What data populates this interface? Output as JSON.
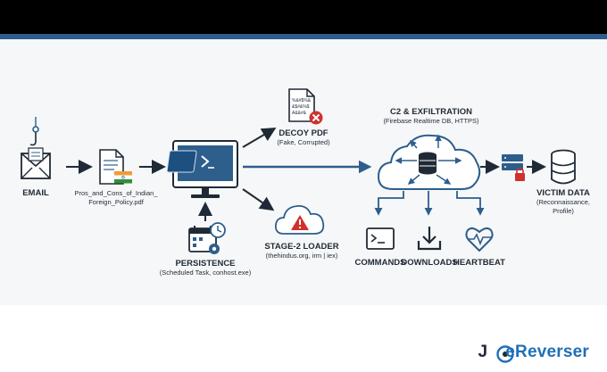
{
  "nodes": {
    "email": {
      "label": "EMAIL"
    },
    "document": {
      "filename_line1": "Pros_and_Cons_of_Indian_",
      "filename_line2": "Foreign_Policy.pdf"
    },
    "decoy": {
      "title": "DECOY PDF",
      "subtitle": "(Fake, Corrupted)",
      "glyph_line1": "%&#$%&",
      "glyph_line2": "&$#&%$",
      "glyph_line3": "A&&#&"
    },
    "persistence": {
      "title": "PERSISTENCE",
      "subtitle": "(Scheduled Task, conhost.exe)"
    },
    "stage2": {
      "title": "STAGE-2 LOADER",
      "subtitle": "(thehindus.org, irm | iex)"
    },
    "c2": {
      "title": "C2 & EXFILTRATION",
      "subtitle": "(Firebase Realtime DB, HTTPS)"
    },
    "victim": {
      "title": "VICTIM DATA",
      "subtitle_line1": "(Reconnaissance,",
      "subtitle_line2": "Profile)"
    },
    "commands": {
      "title": "COMMANDS"
    },
    "downloads": {
      "title": "DOWNLOADS"
    },
    "heartbeat": {
      "title": "HEARTBEAT"
    }
  },
  "brand": {
    "part1": "J",
    "part2": "e",
    "part3": "Reverser"
  },
  "colors": {
    "primary": "#2d5e8c",
    "dark": "#1f2a36",
    "accent": "#1f6fb8",
    "danger": "#d0312d",
    "india_saffron": "#f29a35",
    "india_green": "#2f8f3a"
  },
  "icons": [
    "envelope-fishhook-icon",
    "pdf-file-india-flag-icon",
    "monitor-powershell-icon",
    "calendar-clock-gear-icon",
    "corrupted-file-icon",
    "cloud-warning-icon",
    "cloud-database-icon",
    "server-lock-icon",
    "database-icon",
    "terminal-icon",
    "download-icon",
    "heartbeat-icon"
  ]
}
